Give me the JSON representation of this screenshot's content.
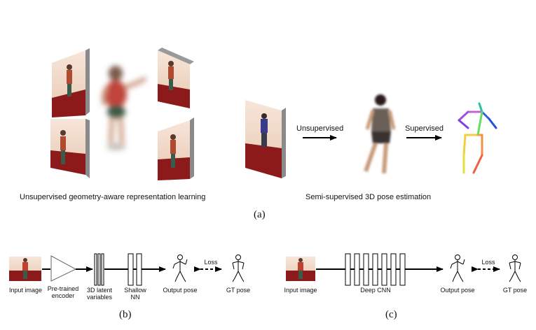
{
  "top": {
    "left_caption": "Unsupervised geometry-aware representation learning",
    "right_caption": "Semi-supervised 3D pose estimation",
    "arrow_unsupervised": "Unsupervised",
    "arrow_supervised": "Supervised",
    "label": "(a)"
  },
  "bottom_left": {
    "input_image": "Input image",
    "encoder": [
      "Pre-trained",
      "encoder"
    ],
    "latent": [
      "3D latent",
      "variables"
    ],
    "shallow": [
      "Shallow",
      "NN"
    ],
    "output_pose": "Output pose",
    "loss": "Loss",
    "gt_pose": "GT pose",
    "label": "(b)"
  },
  "bottom_right": {
    "input_image": "Input image",
    "deep_cnn": "Deep CNN",
    "output_pose": "Output pose",
    "loss": "Loss",
    "gt_pose": "GT pose",
    "label": "(c)"
  },
  "colors": {
    "photo_floor": "#8c1a1a",
    "photo_wall": "#efd6c3",
    "person_shirt": "#c84030",
    "person_skin": "#c88060"
  }
}
